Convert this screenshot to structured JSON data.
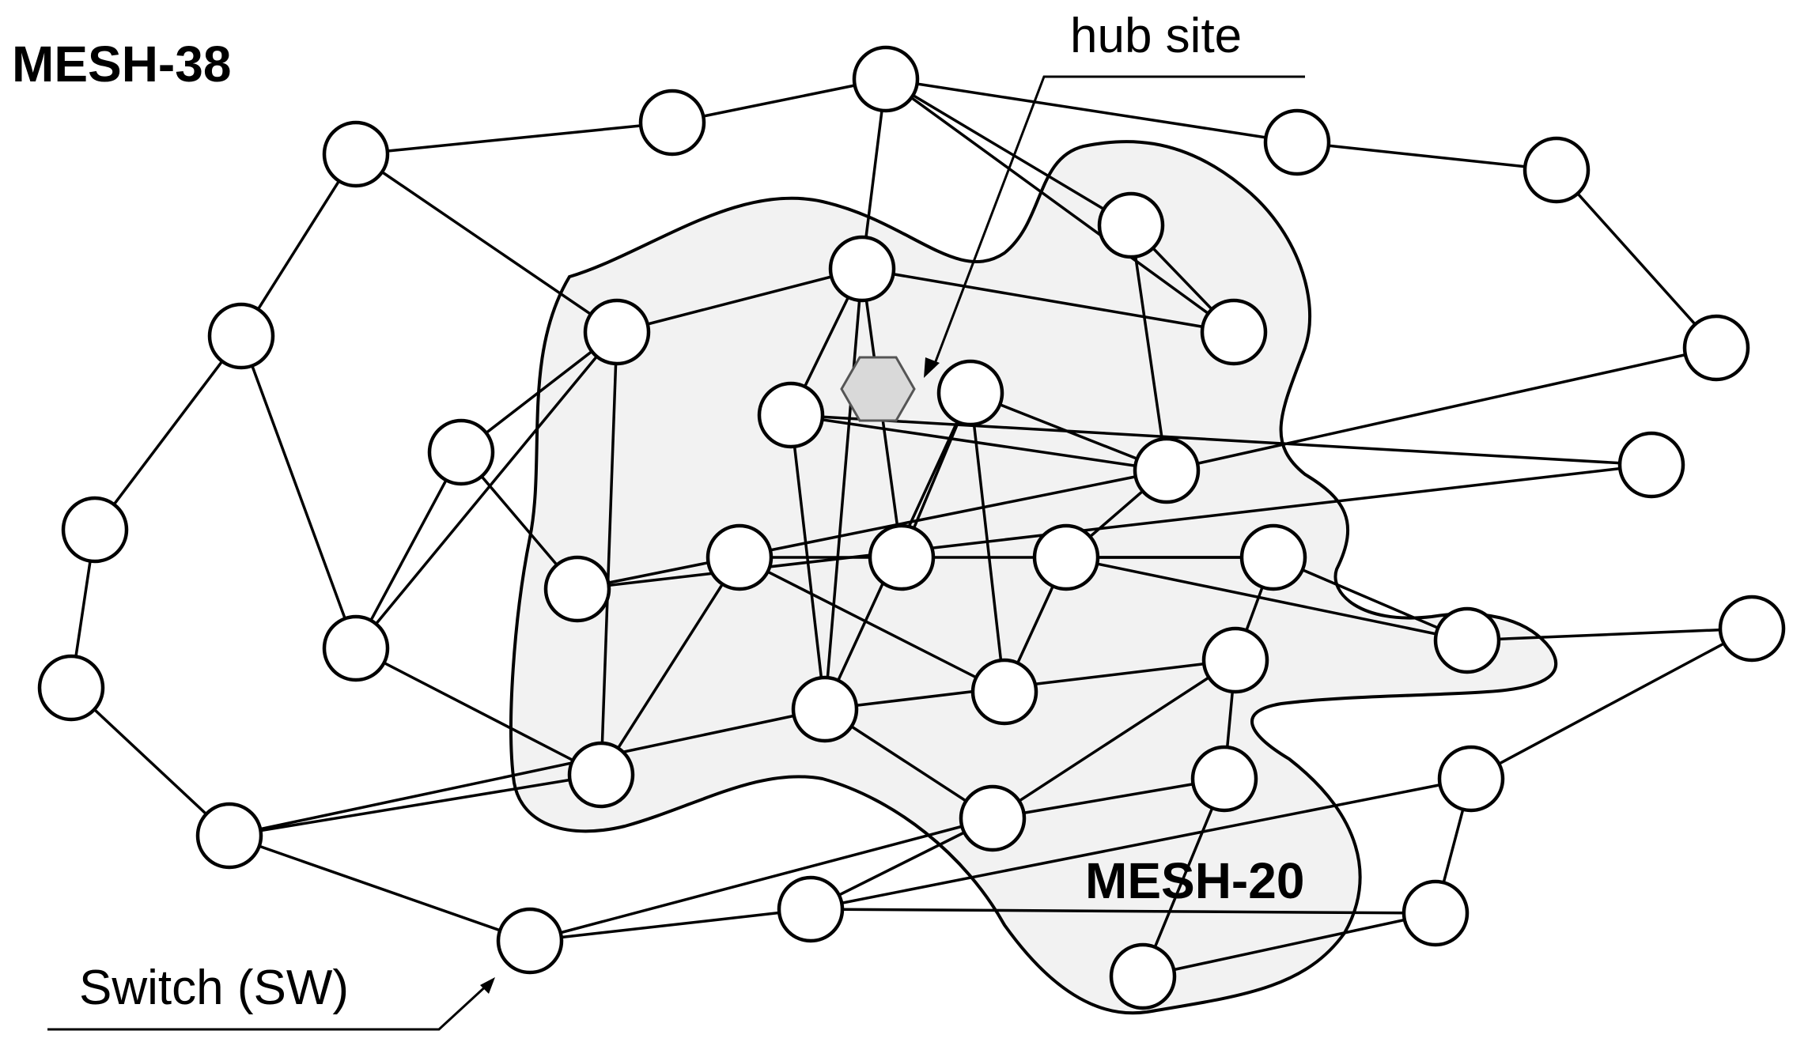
{
  "labels": {
    "mesh_outer": "MESH-38",
    "mesh_inner": "MESH-20",
    "hub": "hub site",
    "switch": "Switch (SW)"
  },
  "colors": {
    "region_fill": "#f2f2f2",
    "hub_fill": "#d9d9d9",
    "node_fill": "#ffffff",
    "stroke": "#000000"
  },
  "icons": {
    "node": "circle",
    "hub": "hexagon"
  },
  "graph": {
    "node_count": 38,
    "nodes": [
      "n0",
      "n1",
      "n2",
      "n3",
      "n4",
      "n5",
      "n6",
      "n7",
      "n8",
      "n9",
      "n10",
      "n11",
      "n12",
      "n13",
      "n14",
      "n15",
      "n16",
      "n17",
      "n18",
      "n19",
      "n20",
      "n21",
      "n22",
      "n23",
      "n24",
      "n25",
      "n26",
      "n27",
      "n28",
      "n29",
      "n30",
      "n31",
      "n32",
      "n33",
      "n34",
      "n35",
      "n36",
      "n37"
    ],
    "edges": [
      [
        "n0",
        "n1"
      ],
      [
        "n1",
        "n2"
      ],
      [
        "n2",
        "n3"
      ],
      [
        "n3",
        "n4"
      ],
      [
        "n4",
        "n5"
      ],
      [
        "n2",
        "n6"
      ],
      [
        "n2",
        "n7"
      ],
      [
        "n2",
        "n8"
      ],
      [
        "n0",
        "n9"
      ],
      [
        "n0",
        "n12"
      ],
      [
        "n9",
        "n10"
      ],
      [
        "n10",
        "n11"
      ],
      [
        "n9",
        "n14"
      ],
      [
        "n12",
        "n14"
      ],
      [
        "n13",
        "n14"
      ],
      [
        "n13",
        "n15"
      ],
      [
        "n15",
        "n16"
      ],
      [
        "n15",
        "n17"
      ],
      [
        "n14",
        "n20"
      ],
      [
        "n8",
        "n7"
      ],
      [
        "n8",
        "n12"
      ],
      [
        "n8",
        "n19"
      ],
      [
        "n8",
        "n22"
      ],
      [
        "n8",
        "n26"
      ],
      [
        "n7",
        "n6"
      ],
      [
        "n6",
        "n16"
      ],
      [
        "n16",
        "n5"
      ],
      [
        "n16",
        "n18"
      ],
      [
        "n16",
        "n19"
      ],
      [
        "n16",
        "n23"
      ],
      [
        "n23",
        "n24"
      ],
      [
        "n23",
        "n25"
      ],
      [
        "n23",
        "n33"
      ],
      [
        "n12",
        "n20"
      ],
      [
        "n12",
        "n13"
      ],
      [
        "n20",
        "n21"
      ],
      [
        "n20",
        "n27"
      ],
      [
        "n27",
        "n28"
      ],
      [
        "n21",
        "n22"
      ],
      [
        "n21",
        "n25"
      ],
      [
        "n22",
        "n24"
      ],
      [
        "n18",
        "n22"
      ],
      [
        "n18",
        "n25"
      ],
      [
        "n18",
        "n26"
      ],
      [
        "n19",
        "n26"
      ],
      [
        "n19",
        "n17"
      ],
      [
        "n26",
        "n27"
      ],
      [
        "n26",
        "n32"
      ],
      [
        "n26",
        "n30"
      ],
      [
        "n32",
        "n24"
      ],
      [
        "n32",
        "n30"
      ],
      [
        "n32",
        "n31"
      ],
      [
        "n30",
        "n29"
      ],
      [
        "n29",
        "n35"
      ],
      [
        "n29",
        "n36"
      ],
      [
        "n28",
        "n29"
      ],
      [
        "n28",
        "n30"
      ],
      [
        "n34",
        "n35"
      ],
      [
        "n35",
        "n36"
      ],
      [
        "n36",
        "n37"
      ],
      [
        "n24",
        "n33"
      ],
      [
        "n31",
        "n37"
      ],
      [
        "n33",
        "n34"
      ],
      [
        "n27",
        "n11"
      ],
      [
        "n31",
        "n30"
      ]
    ]
  }
}
